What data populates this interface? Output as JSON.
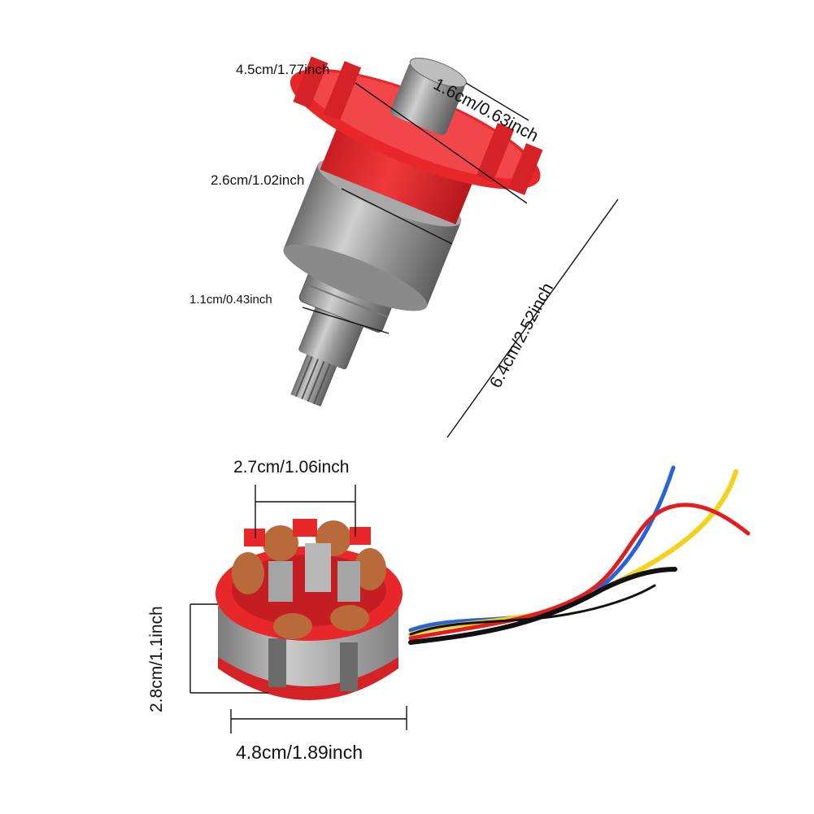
{
  "rotor": {
    "dim_top_diameter": "4.5cm/1.77inch",
    "dim_bearing_top": "1.6cm/0.63inch",
    "dim_core_diameter": "2.6cm/1.02inch",
    "dim_shaft_diameter": "1.1cm/0.43inch",
    "dim_total_length": "6.4cm/2.52inch"
  },
  "stator": {
    "dim_inner_diameter": "2.7cm/1.06inch",
    "dim_height": "2.8cm/1.1inch",
    "dim_outer_diameter": "4.8cm/1.89inch"
  },
  "colors": {
    "plastic_red": "#e8272b",
    "steel": "#9a9a9a",
    "wire_blue": "#2a62d8",
    "wire_yellow": "#f2d21a",
    "wire_red": "#e02020",
    "wire_black": "#111111",
    "copper": "#b86a3a"
  }
}
